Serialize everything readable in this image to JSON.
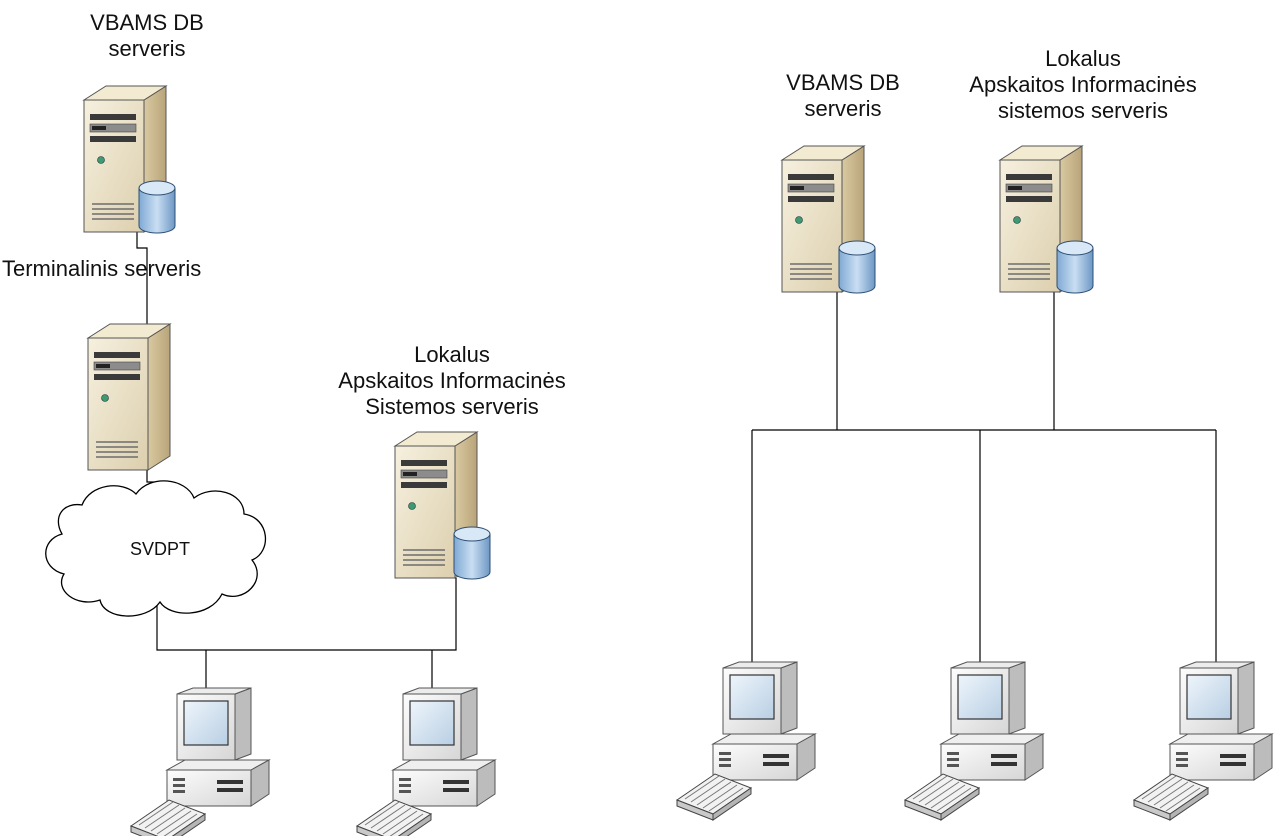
{
  "left_network": {
    "db_server_label": [
      "VBAMS DB",
      "serveris"
    ],
    "terminal_server_label": "Terminalinis serveris",
    "cloud_label": "SVDPT",
    "local_server_label": [
      "Lokalus",
      "Apskaitos Informacinės",
      "Sistemos serveris"
    ]
  },
  "right_network": {
    "db_server_label": [
      "VBAMS DB",
      "serveris"
    ],
    "local_server_label": [
      "Lokalus",
      "Apskaitos Informacinės",
      "sistemos serveris"
    ]
  },
  "colors": {
    "server_body": "#e9dfc6",
    "server_side": "#c9b891",
    "db_cylinder": "#a8c8e8",
    "monitor_screen": "#cfe0f0",
    "line": "#000000"
  }
}
